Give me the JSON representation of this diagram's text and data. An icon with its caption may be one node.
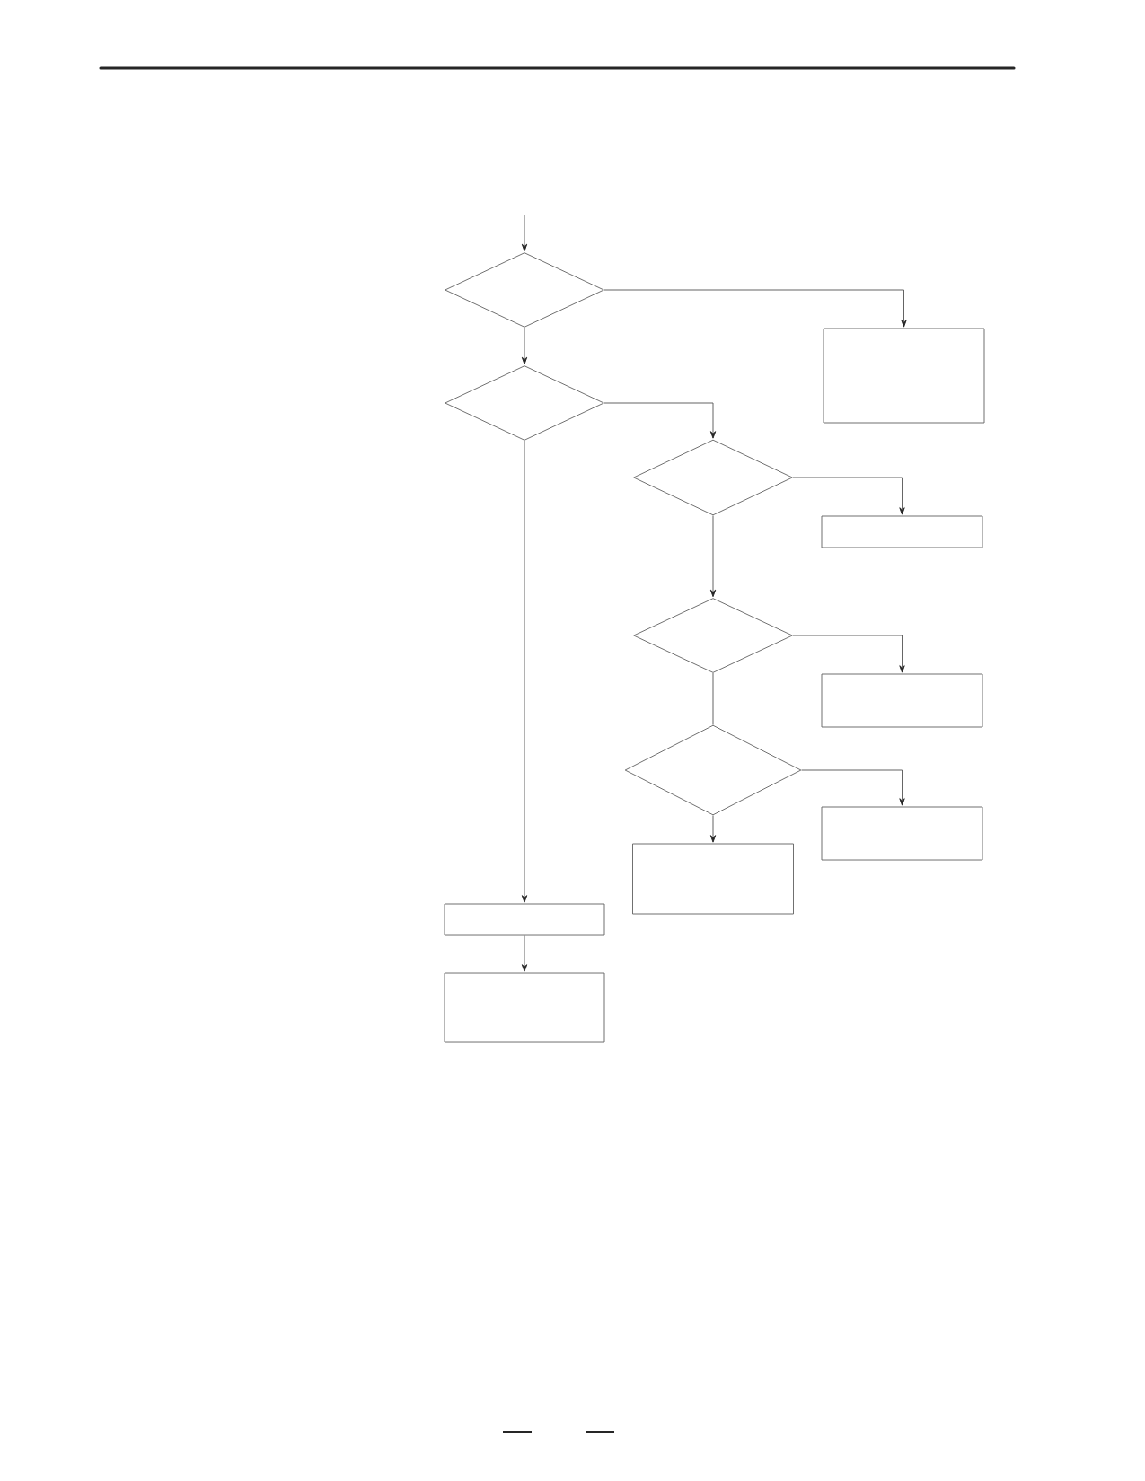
{
  "diagram": {
    "nodes": [
      {
        "text": [],
        "shape": "diamond"
      },
      {
        "text": [],
        "shape": "box"
      },
      {
        "text": [],
        "shape": "diamond"
      },
      {
        "text": [],
        "shape": "diamond"
      },
      {
        "text": [],
        "shape": "box"
      },
      {
        "text": [],
        "shape": "diamond"
      },
      {
        "text": [],
        "shape": "box"
      },
      {
        "text": [],
        "shape": "diamond"
      },
      {
        "text": [],
        "shape": "box"
      },
      {
        "text": [],
        "shape": "box"
      },
      {
        "text": [],
        "shape": "box"
      },
      {
        "text": [],
        "shape": "box"
      }
    ],
    "edges": [
      {
        "from": null,
        "to": 0,
        "arrow": "to"
      },
      {
        "from": 0,
        "to": 1,
        "arrow": "to"
      },
      {
        "from": 0,
        "to": 2,
        "arrow": "to"
      },
      {
        "from": 2,
        "to": 3,
        "arrow": "to"
      },
      {
        "from": 3,
        "to": 4,
        "arrow": "to"
      },
      {
        "from": 3,
        "to": 5,
        "arrow": "to"
      },
      {
        "from": 5,
        "to": 6,
        "arrow": "to"
      },
      {
        "from": 5,
        "to": 7,
        "arrow": "none"
      },
      {
        "from": 7,
        "to": 8,
        "arrow": "to"
      },
      {
        "from": 7,
        "to": 9,
        "arrow": "to"
      },
      {
        "from": 2,
        "to": 10,
        "arrow": "to"
      },
      {
        "from": 10,
        "to": 11,
        "arrow": "to"
      }
    ]
  }
}
